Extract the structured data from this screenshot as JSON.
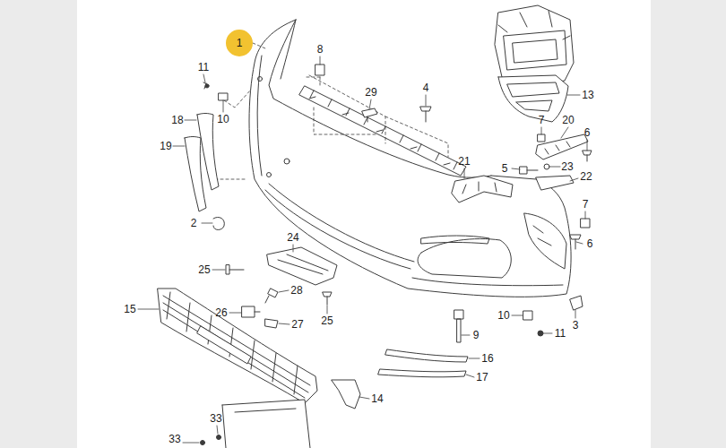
{
  "diagram": {
    "nodes": [
      {
        "text": [
          "1"
        ]
      }
    ],
    "labels": [
      "8",
      "11",
      "29",
      "4",
      "10",
      "18",
      "13",
      "19",
      "7",
      "20",
      "6",
      "21",
      "5",
      "23",
      "22",
      "2",
      "7",
      "6",
      "24",
      "25",
      "28",
      "15",
      "26",
      "25",
      "27",
      "10",
      "11",
      "3",
      "9",
      "16",
      "17",
      "14",
      "33",
      "33"
    ]
  }
}
